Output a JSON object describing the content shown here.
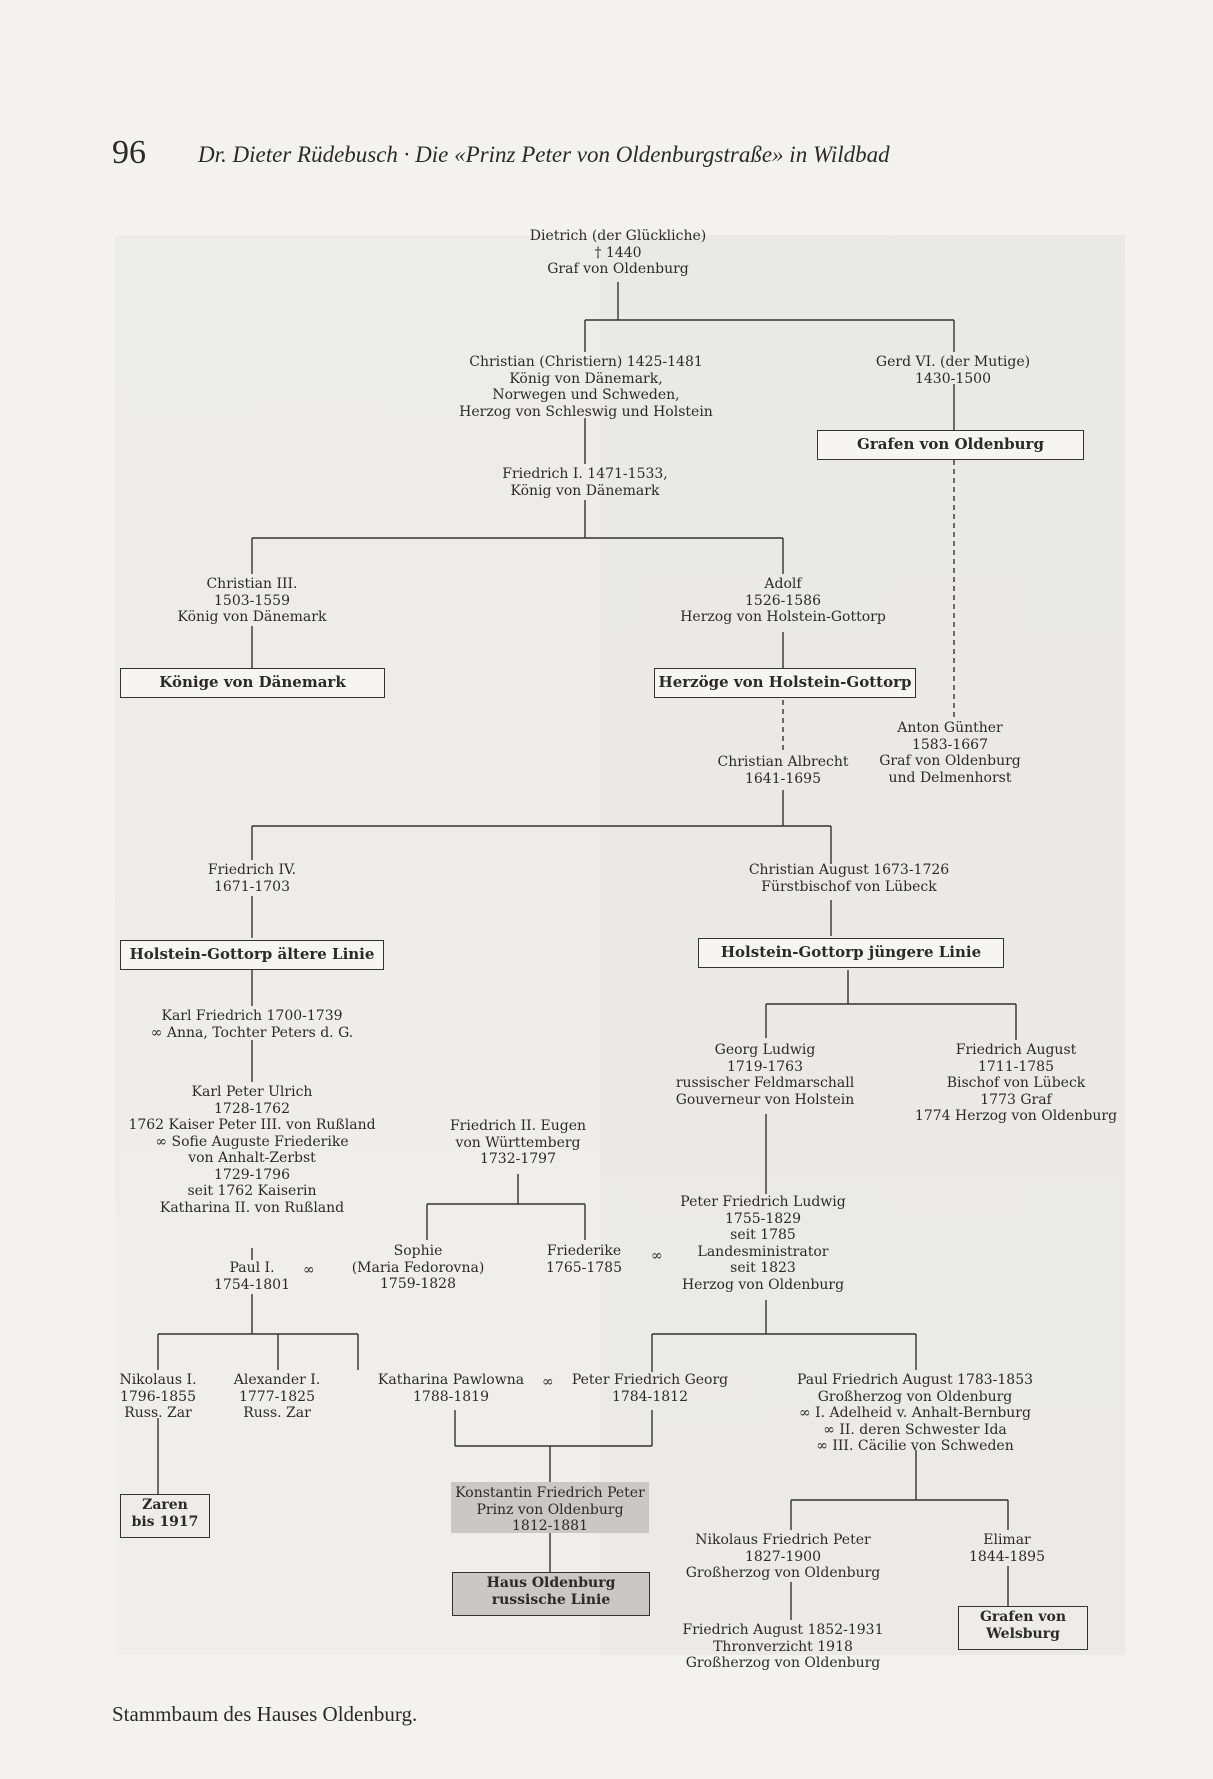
{
  "header": {
    "page_number": "96",
    "running_title": "Dr. Dieter Rüdebusch · Die «Prinz Peter von Oldenburgstraße» in Wildbad"
  },
  "marriage_symbol": "∞",
  "persons": {
    "dietrich": [
      "Dietrich (der Glückliche)",
      "† 1440",
      "Graf von Oldenburg"
    ],
    "christian1": [
      "Christian (Christiern) 1425-1481",
      "König von Dänemark,",
      "Norwegen und Schweden,",
      "Herzog von Schleswig und Holstein"
    ],
    "gerd": [
      "Gerd VI. (der Mutige)",
      "1430-1500"
    ],
    "friedrich1": [
      "Friedrich I. 1471-1533,",
      "König von Dänemark"
    ],
    "christian3": [
      "Christian III.",
      "1503-1559",
      "König von Dänemark"
    ],
    "adolf": [
      "Adolf",
      "1526-1586",
      "Herzog von Holstein-Gottorp"
    ],
    "anton": [
      "Anton Günther",
      "1583-1667",
      "Graf von Oldenburg",
      "und Delmenhorst"
    ],
    "christian_albrecht": [
      "Christian Albrecht",
      "1641-1695"
    ],
    "friedrich4": [
      "Friedrich IV.",
      "1671-1703"
    ],
    "christian_august": [
      "Christian August 1673-1726",
      "Fürstbischof von Lübeck"
    ],
    "karl_friedrich": [
      "Karl Friedrich 1700-1739",
      "∞ Anna, Tochter Peters d. G."
    ],
    "georg_ludwig": [
      "Georg Ludwig",
      "1719-1763",
      "russischer Feldmarschall",
      "Gouverneur von Holstein"
    ],
    "friedrich_august": [
      "Friedrich August",
      "1711-1785",
      "Bischof von Lübeck",
      "1773 Graf",
      "1774 Herzog von Oldenburg"
    ],
    "karl_peter": [
      "Karl Peter Ulrich",
      "1728-1762",
      "1762 Kaiser Peter III. von Rußland",
      "∞ Sofie Auguste Friederike",
      "von Anhalt-Zerbst",
      "1729-1796",
      "seit 1762 Kaiserin",
      "Katharina II. von Rußland"
    ],
    "friedrich2": [
      "Friedrich II. Eugen",
      "von Württemberg",
      "1732-1797"
    ],
    "peter_friedrich_ludwig": [
      "Peter Friedrich Ludwig",
      "1755-1829",
      "seit 1785",
      "Landesministrator",
      "seit 1823",
      "Herzog von Oldenburg"
    ],
    "sophie": [
      "Sophie",
      "(Maria Fedorovna)",
      "1759-1828"
    ],
    "friederike": [
      "Friederike",
      "1765-1785"
    ],
    "paul": [
      "Paul I.",
      "1754-1801"
    ],
    "nikolaus1": [
      "Nikolaus I.",
      "1796-1855",
      "Russ. Zar"
    ],
    "alexander1": [
      "Alexander I.",
      "1777-1825",
      "Russ. Zar"
    ],
    "katharina": [
      "Katharina Pawlowna",
      "1788-1819"
    ],
    "peter_friedrich_georg": [
      "Peter Friedrich Georg",
      "1784-1812"
    ],
    "paul_friedrich_august": [
      "Paul Friedrich August 1783-1853",
      "Großherzog von Oldenburg",
      "∞ I. Adelheid v. Anhalt-Bernburg",
      "∞ II. deren Schwester Ida",
      "∞ III. Cäcilie von Schweden"
    ],
    "konstantin": [
      "Konstantin Friedrich Peter",
      "Prinz von Oldenburg",
      "1812-1881"
    ],
    "nikolaus_fp": [
      "Nikolaus Friedrich Peter",
      "1827-1900",
      "Großherzog von Oldenburg"
    ],
    "elimar": [
      "Elimar",
      "1844-1895"
    ],
    "friedrich_august2": [
      "Friedrich August 1852-1931",
      "Thronverzicht 1918",
      "Großherzog von Oldenburg"
    ]
  },
  "lines_of_house": {
    "grafen_oldenburg": "Grafen von Oldenburg",
    "koenige_daenemark": "Könige von Dänemark",
    "herzoege_hg": "Herzöge von Holstein-Gottorp",
    "hg_aeltere": "Holstein-Gottorp ältere Linie",
    "hg_juengere": "Holstein-Gottorp jüngere Linie",
    "zaren": [
      "Zaren",
      "bis 1917"
    ],
    "haus_russisch": [
      "Haus Oldenburg",
      "russische Linie"
    ],
    "grafen_welsburg": [
      "Grafen von",
      "Welsburg"
    ]
  },
  "caption": "Stammbaum des Hauses Oldenburg."
}
